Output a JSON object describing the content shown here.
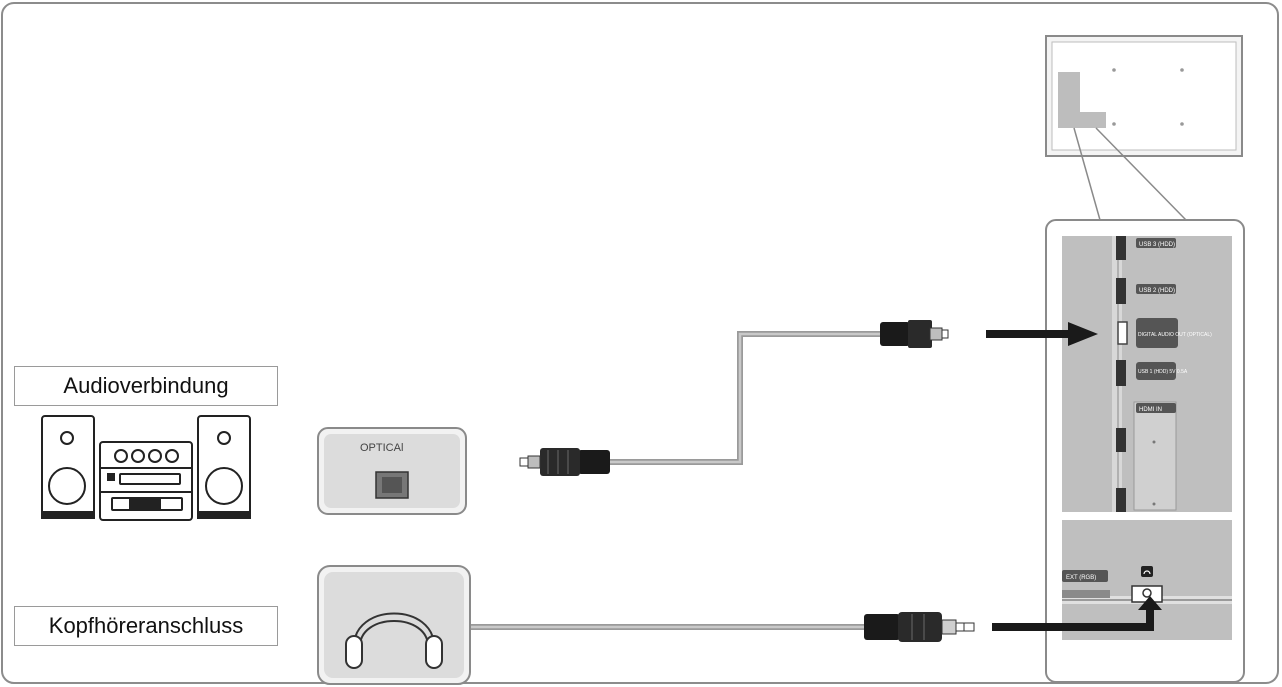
{
  "labels": {
    "audio_connection": "Audioverbindung",
    "headphone_jack": "Kopfhöreranschluss"
  },
  "optical_panel": {
    "label": "OPTICAl"
  },
  "tv_panel": {
    "ports": [
      "USB 3 (HDD)",
      "USB 2 (HDD)",
      "DIGITAL AUDIO OUT (OPTICAL)",
      "USB 1 (HDD) 5V 0.5A",
      "HDMI IN"
    ],
    "ext_label": "EXT (RGB)"
  },
  "icons": [
    "speaker-icon",
    "stereo-icon",
    "headphones-icon",
    "optical-port-icon",
    "headphone-jack-icon",
    "tv-back-icon"
  ]
}
